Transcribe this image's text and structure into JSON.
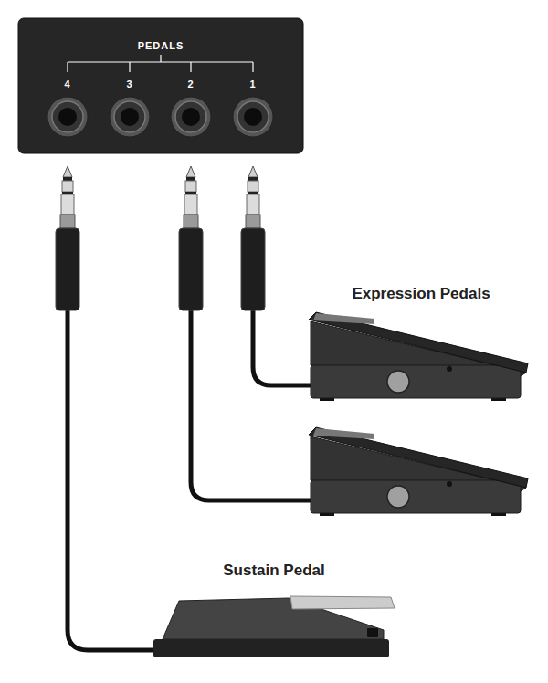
{
  "diagram": {
    "nodes": [
      {
        "text": [
          "PEDALS",
          "4",
          "3",
          "2",
          "1"
        ]
      }
    ],
    "labels": [
      "Expression Pedals",
      "Sustain Pedal"
    ]
  }
}
